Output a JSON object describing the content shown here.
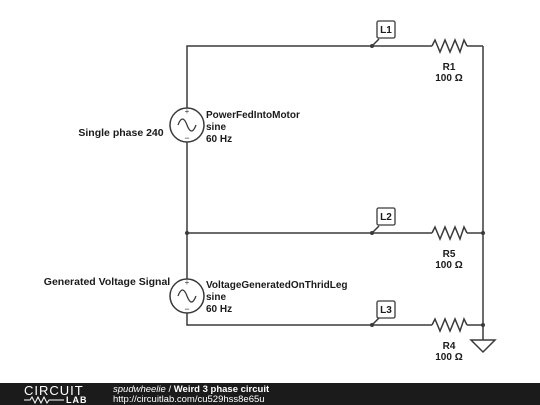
{
  "sources": [
    {
      "side_label": "Single phase 240",
      "name": "PowerFedIntoMotor",
      "wave": "sine",
      "freq": "60 Hz"
    },
    {
      "side_label": "Generated Voltage Signal",
      "name": "VoltageGeneratedOnThridLeg",
      "wave": "sine",
      "freq": "60 Hz"
    }
  ],
  "nodes": [
    "L1",
    "L2",
    "L3"
  ],
  "resistors": [
    {
      "name": "R1",
      "value": "100 Ω"
    },
    {
      "name": "R5",
      "value": "100 Ω"
    },
    {
      "name": "R4",
      "value": "100 Ω"
    }
  ],
  "footer": {
    "logo_top": "CIRCUIT",
    "logo_bottom": "LAB",
    "user": "spudwheelie",
    "separator": " / ",
    "title": "Weird 3 phase circuit",
    "url": "http://circuitlab.com/cu529hss8e65u"
  }
}
